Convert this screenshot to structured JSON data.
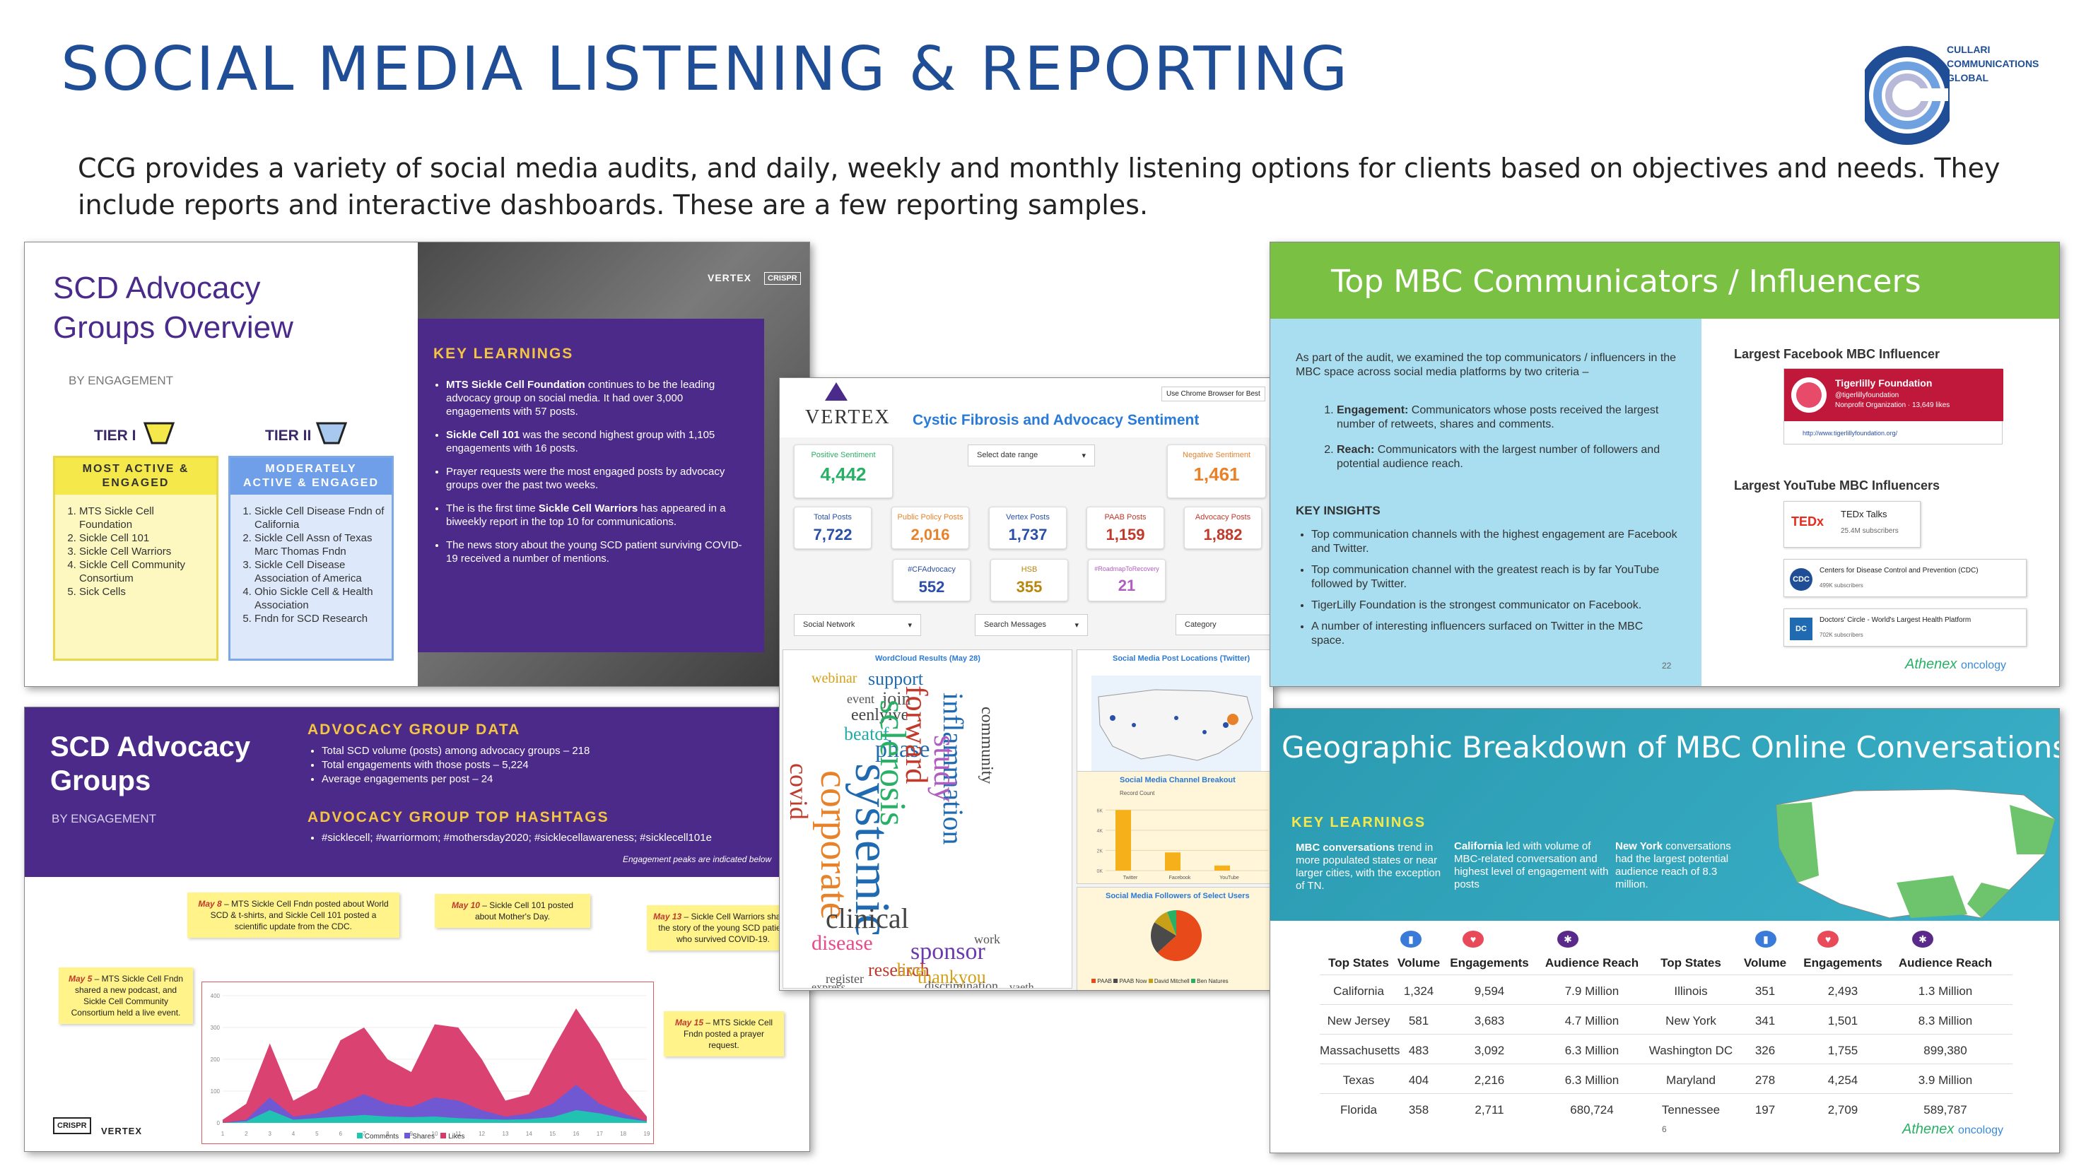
{
  "header": {
    "title": "SOCIAL MEDIA LISTENING & REPORTING",
    "intro": "CCG provides a variety of social media audits, and daily, weekly and monthly listening options for clients based on objectives and needs. They include reports and interactive dashboards. These are a few reporting samples.",
    "logo_lines": [
      "CULLARI",
      "COMMUNICATIONS",
      "GLOBAL"
    ]
  },
  "p1": {
    "title1": "SCD Advocacy",
    "title2": "Groups Overview",
    "subtitle": "BY ENGAGEMENT",
    "tier1": {
      "label": "TIER I",
      "head": "MOST ACTIVE & ENGAGED",
      "items": [
        "MTS Sickle Cell Foundation",
        "Sickle Cell 101",
        "Sickle Cell Warriors",
        "Sickle Cell Community Consortium",
        "Sick Cells"
      ]
    },
    "tier2": {
      "label": "TIER II",
      "head": "MODERATELY ACTIVE & ENGAGED",
      "items": [
        "Sickle Cell Disease Fndn of California",
        "Sickle Cell Assn of Texas Marc Thomas Fndn",
        "Sickle Cell Disease Association of America",
        "Ohio Sickle Cell & Health Association",
        "Fndn for SCD Research"
      ]
    },
    "kl_head": "KEY LEARNINGS",
    "kl": [
      {
        "b": "MTS Sickle Cell Foundation",
        "t": " continues to be the leading advocacy group on social media. It had over 3,000 engagements with 57 posts."
      },
      {
        "b": "Sickle Cell 101",
        "t": " was the second highest group with 1,105 engagements with 16 posts."
      },
      {
        "b": "",
        "t": "Prayer requests were the most engaged posts by advocacy groups over the past two weeks."
      },
      {
        "b": "Sickle Cell Warriors",
        "t": " has appeared in a biweekly report in the top 10 for communications."
      },
      {
        "b": "",
        "t": "The news story about the young SCD patient surviving COVID-19 received a number of mentions."
      }
    ],
    "brand1": "VERTEX",
    "brand2": "CRISPR"
  },
  "p2": {
    "title1": "SCD Advocacy",
    "title2": "Groups",
    "subtitle": "BY ENGAGEMENT",
    "data_head": "ADVOCACY GROUP DATA",
    "data_items": [
      "Total SCD volume (posts) among advocacy groups – 218",
      "Total engagements with those posts – 5,224",
      "Average engagements per post – 24"
    ],
    "hash_head": "ADVOCACY GROUP TOP HASHTAGS",
    "hashtags": "#sicklecell; #warriormom; #mothersday2020; #sicklecellawareness; #sicklecell101e",
    "peaks_note": "Engagement peaks are indicated below",
    "callouts": [
      {
        "date": "May 5",
        "text": " – MTS Sickle Cell Fndn shared a new podcast, and Sickle Cell Community Consortium held a live event."
      },
      {
        "date": "May 8",
        "text": " – MTS Sickle Cell Fndn posted about World SCD & t-shirts, and Sickle Cell 101 posted a scientific update from the CDC."
      },
      {
        "date": "May 10",
        "text": " – Sickle Cell 101 posted about Mother's Day."
      },
      {
        "date": "May 13",
        "text": " – Sickle Cell Warriors shared the story of the young SCD patient who survived COVID-19."
      },
      {
        "date": "May 15",
        "text": " – MTS Sickle Cell Fndn posted a prayer request."
      }
    ],
    "legend": [
      "Comments",
      "Shares",
      "Likes"
    ],
    "brand1": "CRISPR",
    "brand2": "VERTEX"
  },
  "p3": {
    "brand": "VERTEX",
    "title": "Cystic Fibrosis and Advocacy Sentiment",
    "chrome_note": "Use Chrome Browser for Best",
    "date_range": "Select date range",
    "pos_label": "Positive Sentiment",
    "pos_value": "4,442",
    "neg_label": "Negative Sentiment",
    "neg_value": "1,461",
    "kpis": [
      {
        "label": "Total Posts",
        "value": "7,722",
        "color": "#2a4fa8"
      },
      {
        "label": "Public Policy Posts",
        "value": "2,016",
        "color": "#e8822a"
      },
      {
        "label": "Vertex Posts",
        "value": "1,737",
        "color": "#2a4fa8"
      },
      {
        "label": "PAAB Posts",
        "value": "1,159",
        "color": "#c0392b"
      },
      {
        "label": "Advocacy Posts",
        "value": "1,882",
        "color": "#c0392b"
      }
    ],
    "kpis2": [
      {
        "label": "#CFAdvocacy",
        "value": "552",
        "color": "#2a4fa8"
      },
      {
        "label": "HSB",
        "value": "355",
        "color": "#b8860b"
      },
      {
        "label": "#RoadmapToRecovery",
        "value": "21",
        "color": "#b05cc0"
      }
    ],
    "filters": [
      "Social Network",
      "Search Messages",
      "Category"
    ],
    "wordcloud_title": "WordCloud Results (May 28)",
    "map_title": "Social Media Post Locations (Twitter)",
    "bar_title": "Social Media Channel Breakout",
    "bar_legend": "Record Count",
    "pie_title": "Social Media Followers of Select Users",
    "pie_legend": [
      "PAAB",
      "PAAB Now",
      "David Mitchell",
      "Ben Natures"
    ],
    "words": [
      {
        "w": "support",
        "c": "#1f6ab0",
        "s": 26
      },
      {
        "w": "webinar",
        "c": "#d4a017",
        "s": 20
      },
      {
        "w": "join",
        "c": "#555",
        "s": 26
      },
      {
        "w": "event",
        "c": "#555",
        "s": 18
      },
      {
        "w": "eenlyive",
        "c": "#444",
        "s": 24
      },
      {
        "w": "beatcf",
        "c": "#2aa",
        "s": 26
      },
      {
        "w": "phase",
        "c": "#1f6ab0",
        "s": 34
      },
      {
        "w": "forward",
        "c": "#c0392b",
        "s": 44
      },
      {
        "w": "sclerosis",
        "c": "#2ab066",
        "s": 52
      },
      {
        "w": "inflammation",
        "c": "#1f6ab0",
        "s": 40
      },
      {
        "w": "systemic",
        "c": "#1f6ab0",
        "s": 70
      },
      {
        "w": "corporate",
        "c": "#e8822a",
        "s": 56
      },
      {
        "w": "clinical",
        "c": "#444",
        "s": 40
      },
      {
        "w": "disease",
        "c": "#e84a8a",
        "s": 30
      },
      {
        "w": "sponsor",
        "c": "#6a3ab0",
        "s": 34
      },
      {
        "w": "thankyou",
        "c": "#d4a017",
        "s": 26
      },
      {
        "w": "research",
        "c": "#c0392b",
        "s": 26
      },
      {
        "w": "discrimination",
        "c": "#555",
        "s": 18
      },
      {
        "w": "study",
        "c": "#b05cc0",
        "s": 44
      },
      {
        "w": "covid",
        "c": "#c0392b",
        "s": 36
      },
      {
        "w": "community",
        "c": "#444",
        "s": 24
      },
      {
        "w": "live",
        "c": "#d4a017",
        "s": 26
      },
      {
        "w": "work",
        "c": "#555",
        "s": 18
      },
      {
        "w": "register",
        "c": "#555",
        "s": 18
      },
      {
        "w": "express",
        "c": "#555",
        "s": 16
      },
      {
        "w": "vaeth",
        "c": "#555",
        "s": 16
      }
    ]
  },
  "p4": {
    "title": "Top MBC Communicators / Influencers",
    "intro": "As part of the audit, we examined the top communicators / influencers in the MBC space across social media platforms by two criteria –",
    "criteria": [
      {
        "b": "Engagement:",
        "t": " Communicators whose posts received the largest number of retweets, shares and comments."
      },
      {
        "b": "Reach:",
        "t": " Communicators with the largest number of followers and potential audience reach."
      }
    ],
    "insights_head": "KEY INSIGHTS",
    "insights": [
      "Top communication channels with the highest engagement are Facebook and Twitter.",
      "Top communication channel with the greatest reach is by far YouTube followed by Twitter.",
      "TigerLilly Foundation is the strongest communicator on Facebook.",
      "A number of interesting influencers surfaced on Twitter in the MBC space."
    ],
    "page_num": "22",
    "fb_head": "Largest Facebook MBC Influencer",
    "fb_name": "Tigerlilly Foundation",
    "fb_handle": "@tigerlillyfoundation",
    "fb_meta": "Nonprofit Organization · 13,649 likes",
    "fb_url": "http://www.tigerlillyfoundation.org/",
    "yt_head": "Largest YouTube MBC Influencers",
    "yt": [
      {
        "name": "TEDx Talks",
        "sub": "25.4M subscribers",
        "badge": "TEDx"
      },
      {
        "name": "Centers for Disease Control and Prevention (CDC)",
        "sub": "499K subscribers",
        "badge": "CDC"
      },
      {
        "name": "Doctors' Circle - World's Largest Health Platform",
        "sub": "702K subscribers",
        "badge": "DC"
      }
    ],
    "brand": "Athenex",
    "brand2": "oncology"
  },
  "p5": {
    "title": "Geographic Breakdown of MBC Online Conversations",
    "kl_head": "KEY LEARNINGS",
    "kl": [
      {
        "b": "MBC conversations",
        "t": " trend in more populated states or near larger cities, with the exception of TN."
      },
      {
        "b": "California",
        "t": " led with volume of MBC-related conversation and highest level of engagement with posts"
      },
      {
        "b": "New York",
        "t": " conversations had the largest potential audience reach of 8.3 million."
      }
    ],
    "headers": [
      "Top States",
      "Volume",
      "Engagements",
      "Audience Reach",
      "Top States",
      "Volume",
      "Engagements",
      "Audience Reach"
    ],
    "rows": [
      [
        "California",
        "1,324",
        "9,594",
        "7.9 Million",
        "Illinois",
        "351",
        "2,493",
        "1.3 Million"
      ],
      [
        "New Jersey",
        "581",
        "3,683",
        "4.7 Million",
        "New York",
        "341",
        "1,501",
        "8.3 Million"
      ],
      [
        "Massachusetts",
        "483",
        "3,092",
        "6.3 Million",
        "Washington DC",
        "326",
        "1,755",
        "899,380"
      ],
      [
        "Texas",
        "404",
        "2,216",
        "6.3 Million",
        "Maryland",
        "278",
        "4,254",
        "3.9 Million"
      ],
      [
        "Florida",
        "358",
        "2,711",
        "680,724",
        "Tennessee",
        "197",
        "2,709",
        "589,787"
      ]
    ],
    "page_num": "6",
    "brand": "Athenex",
    "brand2": "oncology"
  },
  "chart_data": [
    {
      "type": "area",
      "title": "",
      "x": [
        1,
        2,
        3,
        4,
        5,
        6,
        7,
        8,
        9,
        10,
        11,
        12,
        13,
        14,
        15,
        16,
        17,
        18,
        19
      ],
      "ylim": [
        0,
        400
      ],
      "series": [
        {
          "name": "Comments",
          "values": [
            0,
            5,
            40,
            10,
            15,
            20,
            25,
            20,
            18,
            20,
            15,
            12,
            10,
            12,
            18,
            40,
            30,
            15,
            5
          ]
        },
        {
          "name": "Shares",
          "values": [
            0,
            10,
            80,
            20,
            30,
            60,
            90,
            60,
            50,
            80,
            70,
            40,
            20,
            30,
            60,
            120,
            60,
            30,
            5
          ]
        },
        {
          "name": "Likes",
          "values": [
            10,
            60,
            250,
            70,
            110,
            260,
            300,
            200,
            160,
            310,
            300,
            200,
            70,
            90,
            230,
            360,
            250,
            110,
            20
          ]
        }
      ]
    },
    {
      "type": "bar",
      "title": "Social Media Channel Breakout",
      "categories": [
        "Twitter",
        "Facebook",
        "YouTube"
      ],
      "values": [
        6000,
        1800,
        500
      ],
      "ylim": [
        0,
        7000
      ]
    },
    {
      "type": "pie",
      "title": "Social Media Followers of Select Users",
      "categories": [
        "PAAB",
        "PAAB Now",
        "David Mitchell",
        "Ben Natures"
      ],
      "values": [
        63.2,
        20.5,
        10.4,
        5.9
      ]
    }
  ]
}
